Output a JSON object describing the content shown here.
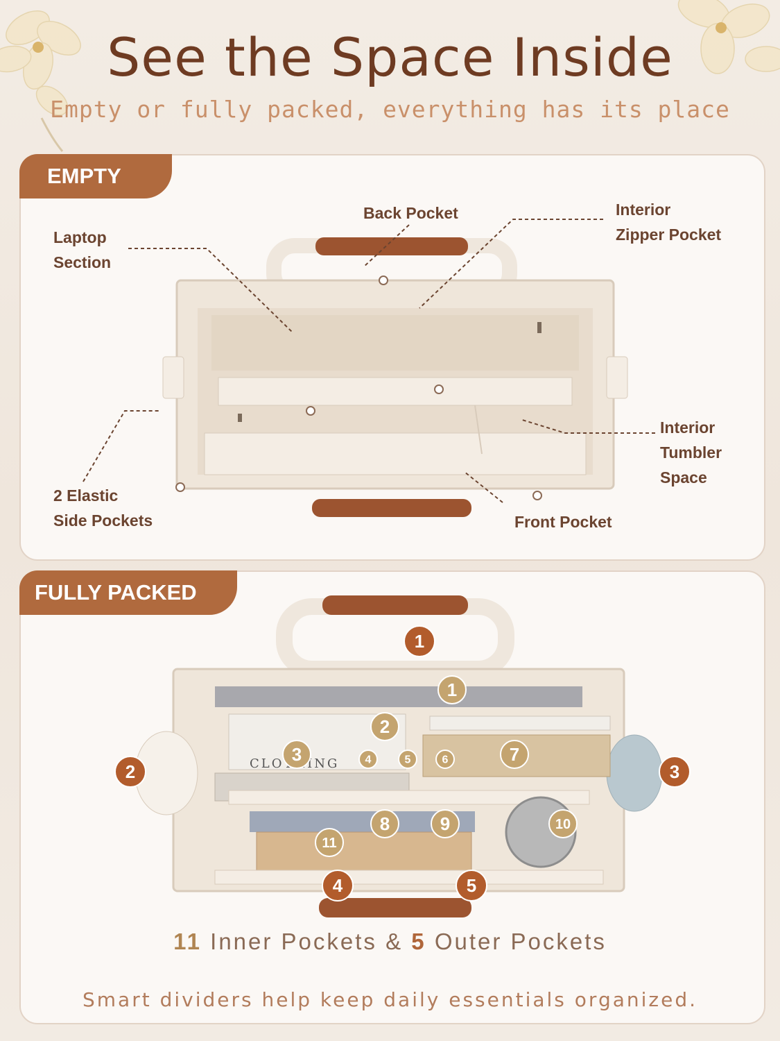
{
  "header": {
    "title": "See the Space Inside",
    "subtitle": "Empty or fully packed, everything has its place"
  },
  "empty_panel": {
    "tab_label": "EMPTY",
    "callouts": {
      "back_pocket": "Back Pocket",
      "interior_zipper": [
        "Interior",
        "Zipper Pocket"
      ],
      "laptop_section": [
        "Laptop",
        "Section"
      ],
      "elastic_side": [
        "2 Elastic",
        "Side Pockets"
      ],
      "interior_tumbler": [
        "Interior",
        "Tumbler",
        "Space"
      ],
      "front_pocket": "Front Pocket"
    }
  },
  "packed_panel": {
    "tab_label": "FULLY PACKED",
    "outer_markers": [
      "1",
      "2",
      "3",
      "4",
      "5"
    ],
    "inner_markers": [
      "1",
      "2",
      "3",
      "4",
      "5",
      "6",
      "7",
      "8",
      "9",
      "10",
      "11"
    ],
    "book_text": "CLOTHING"
  },
  "footer": {
    "inner_count": "11",
    "inner_label": "Inner Pockets &",
    "outer_count": "5",
    "outer_label": "Outer Pockets",
    "note": "Smart dividers help keep daily essentials organized."
  },
  "colors": {
    "accent_brown": "#b06a3e",
    "title_brown": "#6e3b22",
    "inner_marker_gold": "#c4a46f",
    "outer_marker_rust": "#b25c2c"
  }
}
